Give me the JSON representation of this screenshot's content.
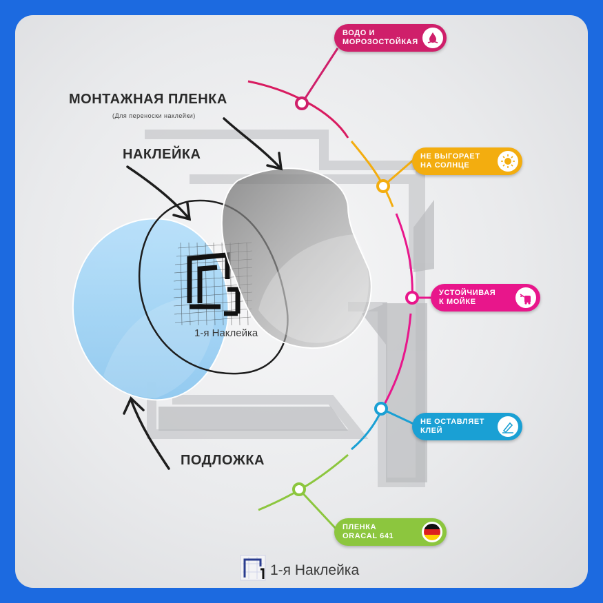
{
  "labels": {
    "mounting_film": "МОНТАЖНАЯ ПЛЕНКА",
    "mounting_film_note": "(Для переноски наклейки)",
    "sticker": "НАКЛЕЙКА",
    "backing": "ПОДЛОЖКА",
    "sticker_brand": "1-я Наклейка"
  },
  "features": [
    {
      "text": "ВОДО И\nМОРОЗОСТОЙКАЯ",
      "color": "#cf1f6a",
      "icon": "water-drop-icon"
    },
    {
      "text": "НЕ ВЫГОРАЕТ\nНА СОЛНЦЕ",
      "color": "#f3ad0f",
      "icon": "sun-icon"
    },
    {
      "text": "УСТОЙЧИВАЯ\nК МОЙКЕ",
      "color": "#e8168b",
      "icon": "pressure-washer-icon"
    },
    {
      "text": "НЕ ОСТАВЛЯЕТ\nКЛЕЙ",
      "color": "#1aa0d4",
      "icon": "glue-free-icon"
    },
    {
      "text": "ПЛЕНКА\nORACAL 641",
      "color": "#8cc63e",
      "icon": "germany-flag-icon"
    }
  ],
  "footer": {
    "brand": "1-я Наклейка"
  },
  "colors": {
    "frame": "#1c6ae0",
    "backing_fill": "#a6d6f5",
    "film_fill": "#9a9a9a"
  }
}
